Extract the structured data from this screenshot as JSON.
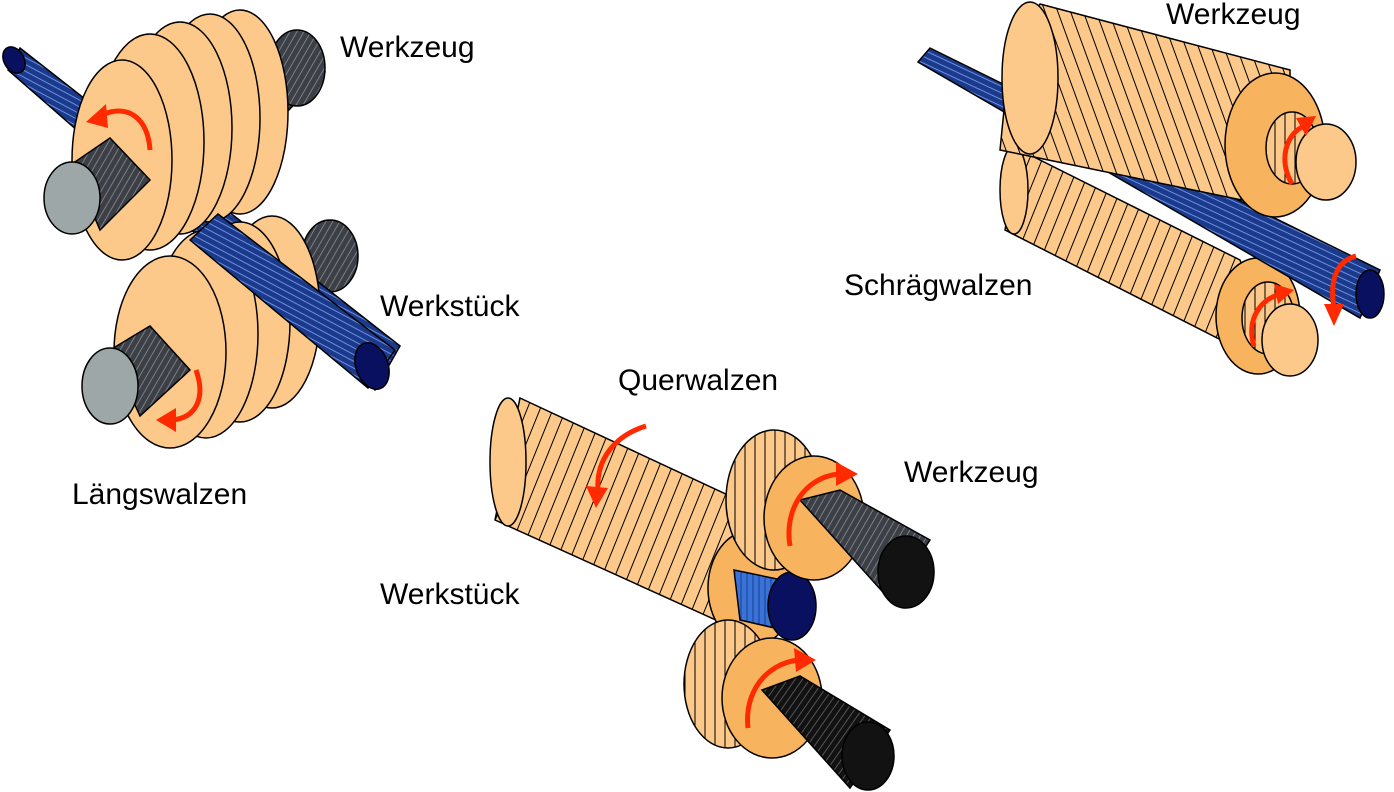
{
  "labels": {
    "werkzeug_1": "Werkzeug",
    "werkstueck_1": "Werkstück",
    "laengswalzen": "Längswalzen",
    "werkzeug_2": "Werkzeug",
    "schraegwalzen": "Schrägwalzen",
    "querwalzen": "Querwalzen",
    "werkzeug_3": "Werkzeug",
    "werkstueck_2": "Werkstück"
  },
  "colors": {
    "roll_fill": "#fcc98a",
    "roll_end": "#f8b35e",
    "roll_line": "#000000",
    "bar_blue": "#1c3a8c",
    "bar_blue_end": "#0a1060",
    "bar_blue_light": "#3a73d8",
    "shaft_gray": "#3c3f45",
    "shaft_end_light": "#9da7a8",
    "shaft_black": "#121212",
    "arrow_red": "#ff2a00"
  }
}
